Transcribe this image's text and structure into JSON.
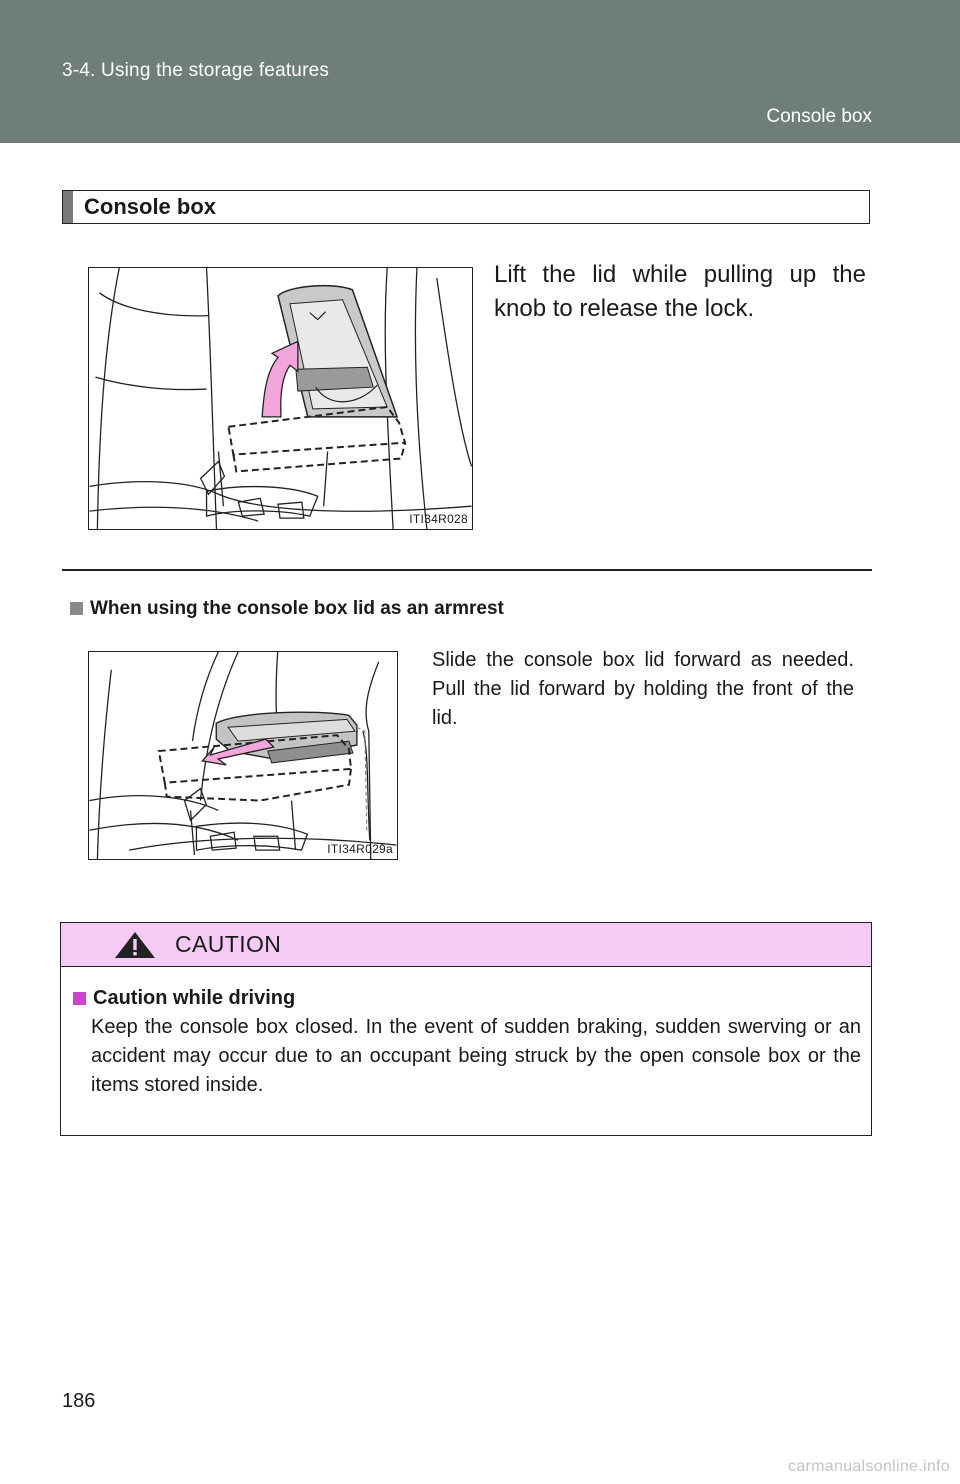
{
  "header": {
    "chapter": "3-4. Using the storage features",
    "section": "Console box"
  },
  "section_title": "Console box",
  "figure1": {
    "code": "ITI34R028"
  },
  "instruction1": "Lift the lid while pulling up the knob to release the lock.",
  "subsection": {
    "title": "When using the console box lid as an armrest"
  },
  "figure2": {
    "code": "ITI34R029a"
  },
  "instruction2": "Slide the console box lid forward as needed. Pull the lid forward by holding the front of the lid.",
  "caution": {
    "title": "CAUTION",
    "subtitle": "Caution while driving",
    "body": "Keep the console box closed. In the event of sudden braking, sudden swerving or an accident may occur due to an occupant being struck by the open console box or the items stored inside."
  },
  "page_number": "186",
  "watermark": "carmanualsonline.info",
  "colors": {
    "header_bg": "#6f7d7b",
    "caution_bg": "#f5cbf5",
    "arrow_pink": "#f2a6dc",
    "caution_square": "#cc44cc"
  },
  "icons": {
    "caution": "warning-triangle-icon"
  }
}
